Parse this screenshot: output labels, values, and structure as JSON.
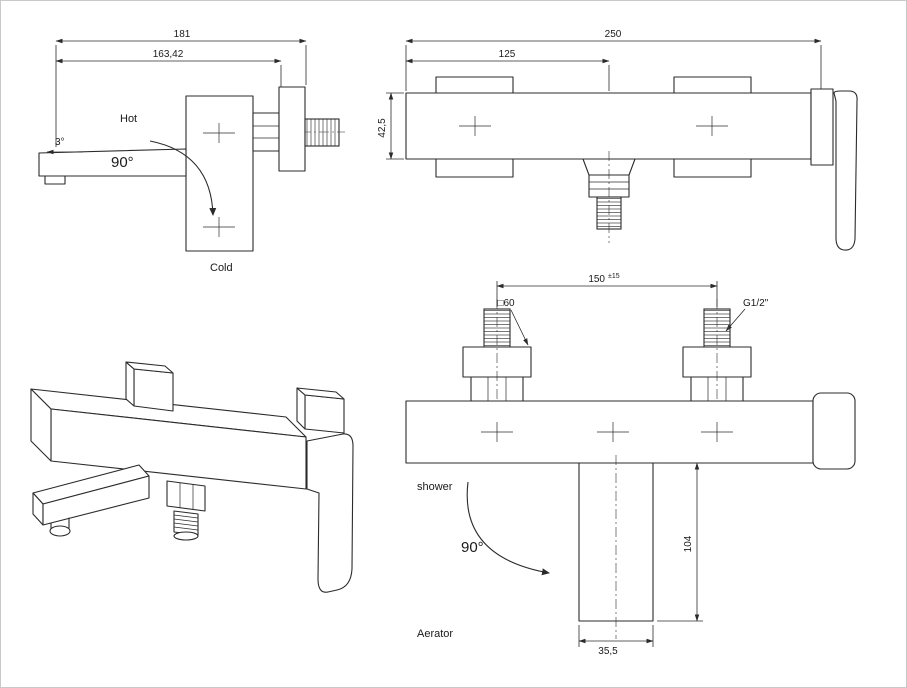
{
  "page": {
    "background": "#ffffff",
    "line_color": "#2b2b2b"
  },
  "side_view": {
    "dim_total_length": "181",
    "dim_spout_length": "163,42",
    "spout_angle": "3°",
    "label_hot": "Hot",
    "label_rotation_angle": "90°",
    "label_cold": "Cold"
  },
  "front_view": {
    "dim_total_width": "250",
    "dim_center_offset": "125",
    "dim_body_height": "42,5"
  },
  "install_view": {
    "dim_mount_spacing": "150",
    "dim_mount_tolerance": "±15",
    "dim_plate_square": "□60",
    "dim_thread_size": "G1/2\"",
    "label_shower": "shower",
    "label_rotation_angle": "90°",
    "label_aerator": "Aerator",
    "dim_spout_drop": "104",
    "dim_spout_width": "35,5"
  }
}
